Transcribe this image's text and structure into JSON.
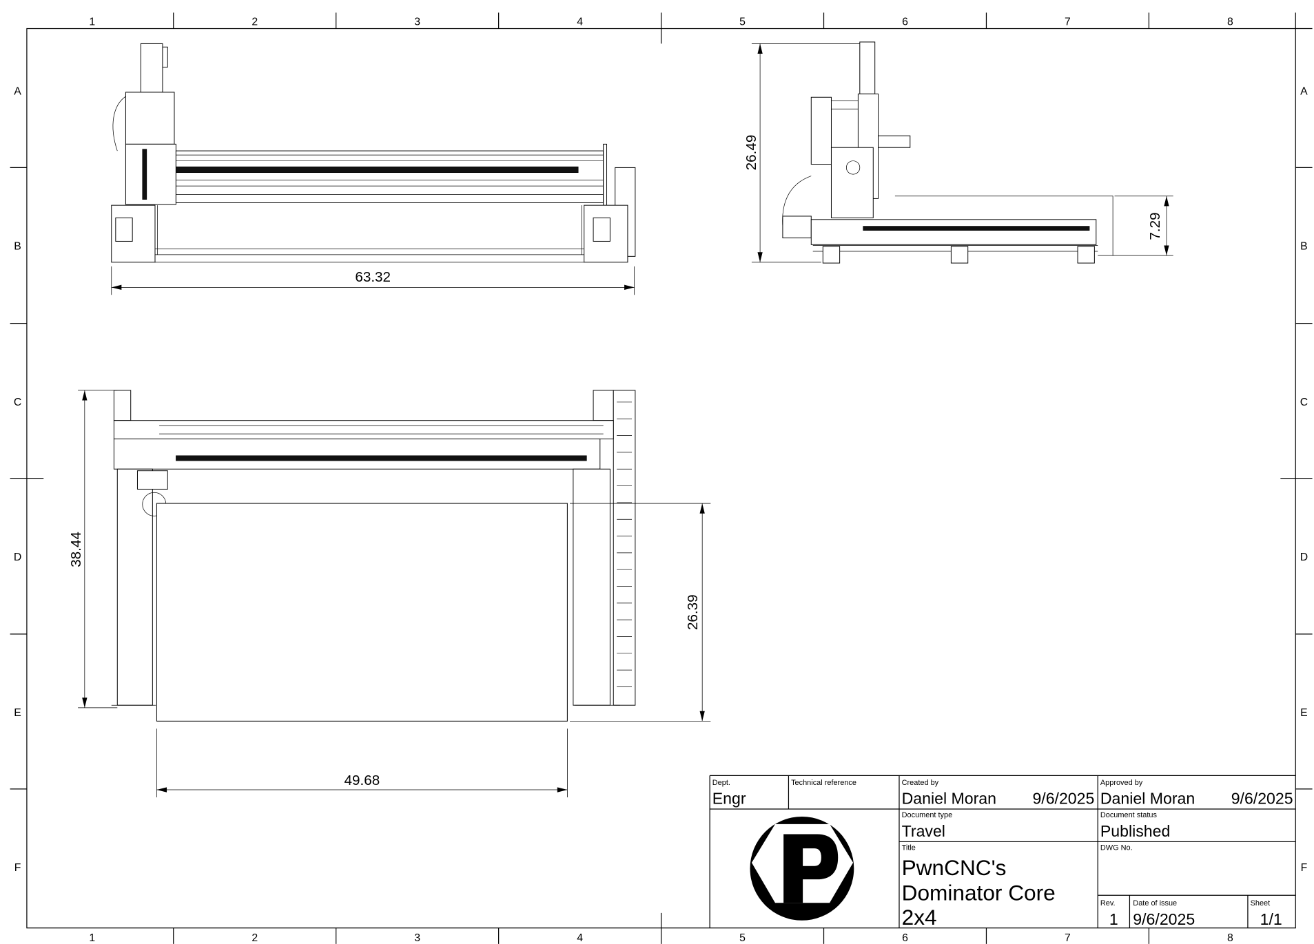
{
  "zones": {
    "columns": [
      "1",
      "2",
      "3",
      "4",
      "5",
      "6",
      "7",
      "8"
    ],
    "rows": [
      "A",
      "B",
      "C",
      "D",
      "E",
      "F"
    ]
  },
  "dimensions": {
    "front_width": "63.32",
    "side_height": "26.49",
    "side_z": "7.29",
    "top_depth": "38.44",
    "top_travel_y": "26.39",
    "top_travel_x": "49.68"
  },
  "title_block": {
    "dept_label": "Dept.",
    "dept": "Engr",
    "tech_ref_label": "Technical reference",
    "tech_ref": "",
    "created_by_label": "Created by",
    "created_by": "Daniel Moran",
    "created_date": "9/6/2025",
    "approved_by_label": "Approved by",
    "approved_by": "Daniel Moran",
    "approved_date": "9/6/2025",
    "doc_type_label": "Document type",
    "doc_type": "Travel",
    "doc_status_label": "Document status",
    "doc_status": "Published",
    "title_label": "Title",
    "title_lines": [
      "PwnCNC's",
      "Dominator Core",
      "2x4"
    ],
    "dwg_no_label": "DWG No.",
    "rev_label": "Rev.",
    "rev": "1",
    "issue_date_label": "Date of issue",
    "issue_date": "9/6/2025",
    "sheet_label": "Sheet",
    "sheet": "1/1",
    "logo_letter": "P"
  }
}
